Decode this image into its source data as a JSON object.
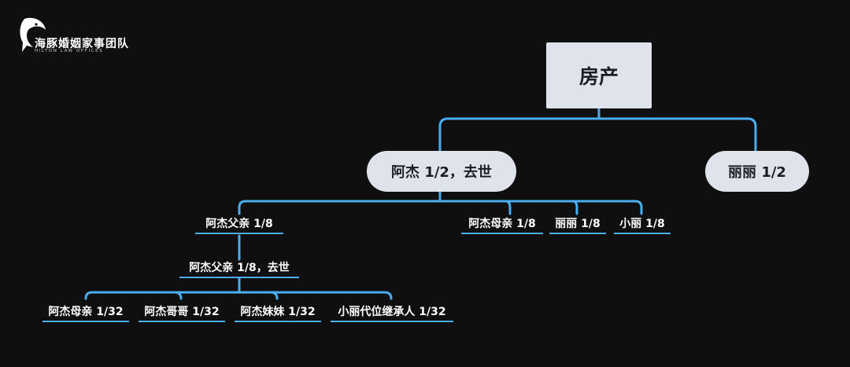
{
  "logo": {
    "name": "海豚婚姻家事团队",
    "subtitle": "HILTON LAW OFFICES"
  },
  "tree": {
    "root": "房产",
    "level1": {
      "left": "阿杰 1/2，去世",
      "right": "丽丽 1/2"
    },
    "level2": {
      "father": "阿杰父亲 1/8",
      "mother": "阿杰母亲 1/8",
      "lili": "丽丽 1/8",
      "xiaoli": "小丽 1/8"
    },
    "level3": {
      "father_deceased": "阿杰父亲 1/8，去世"
    },
    "level4": {
      "mother": "阿杰母亲 1/32",
      "brother": "阿杰哥哥 1/32",
      "sister": "阿杰妹妹 1/32",
      "xiaoli_sub": "小丽代位继承人 1/32"
    }
  },
  "colors": {
    "background": "#0f0f10",
    "connector": "#49aef0",
    "node_fill": "#dfe3ec",
    "node_text": "#1c1e26",
    "label_text": "#ffffff"
  }
}
